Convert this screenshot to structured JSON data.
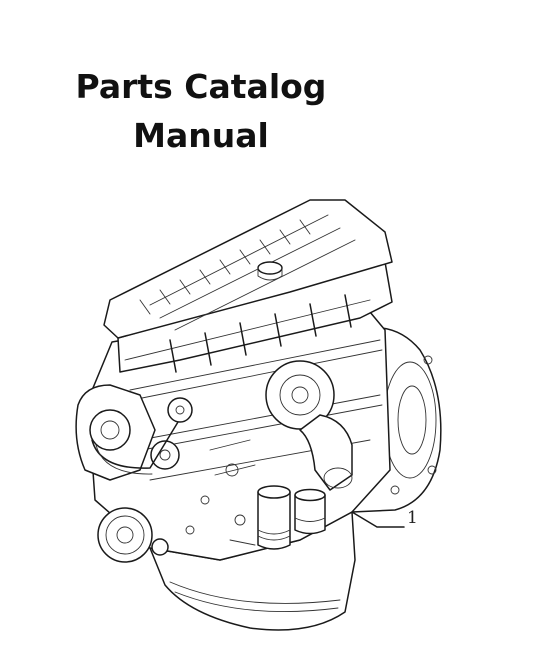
{
  "document": {
    "title_line1": "Parts Catalog",
    "title_line2": "Manual"
  },
  "illustration": {
    "callout_number": "1"
  }
}
